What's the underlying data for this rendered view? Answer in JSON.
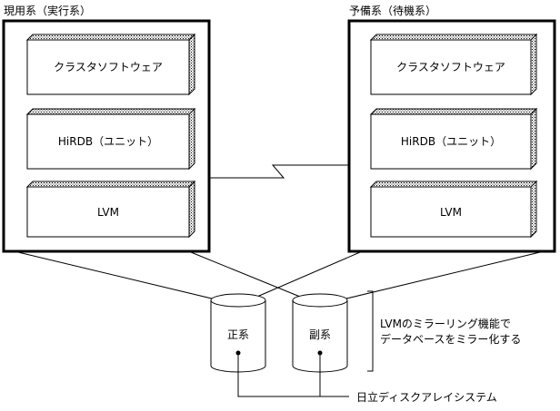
{
  "primary": {
    "title": "現用系（実行系）",
    "layers": [
      "クラスタソフトウェア",
      "HiRDB（ユニット）",
      "LVM"
    ]
  },
  "standby": {
    "title": "予備系（待機系）",
    "layers": [
      "クラスタソフトウェア",
      "HiRDB（ユニット）",
      "LVM"
    ]
  },
  "disks": [
    "正系",
    "副系"
  ],
  "mirror_note": [
    "LVMのミラーリング機能で",
    "データベースをミラー化する"
  ],
  "storage_label": "日立ディスクアレイシステム"
}
